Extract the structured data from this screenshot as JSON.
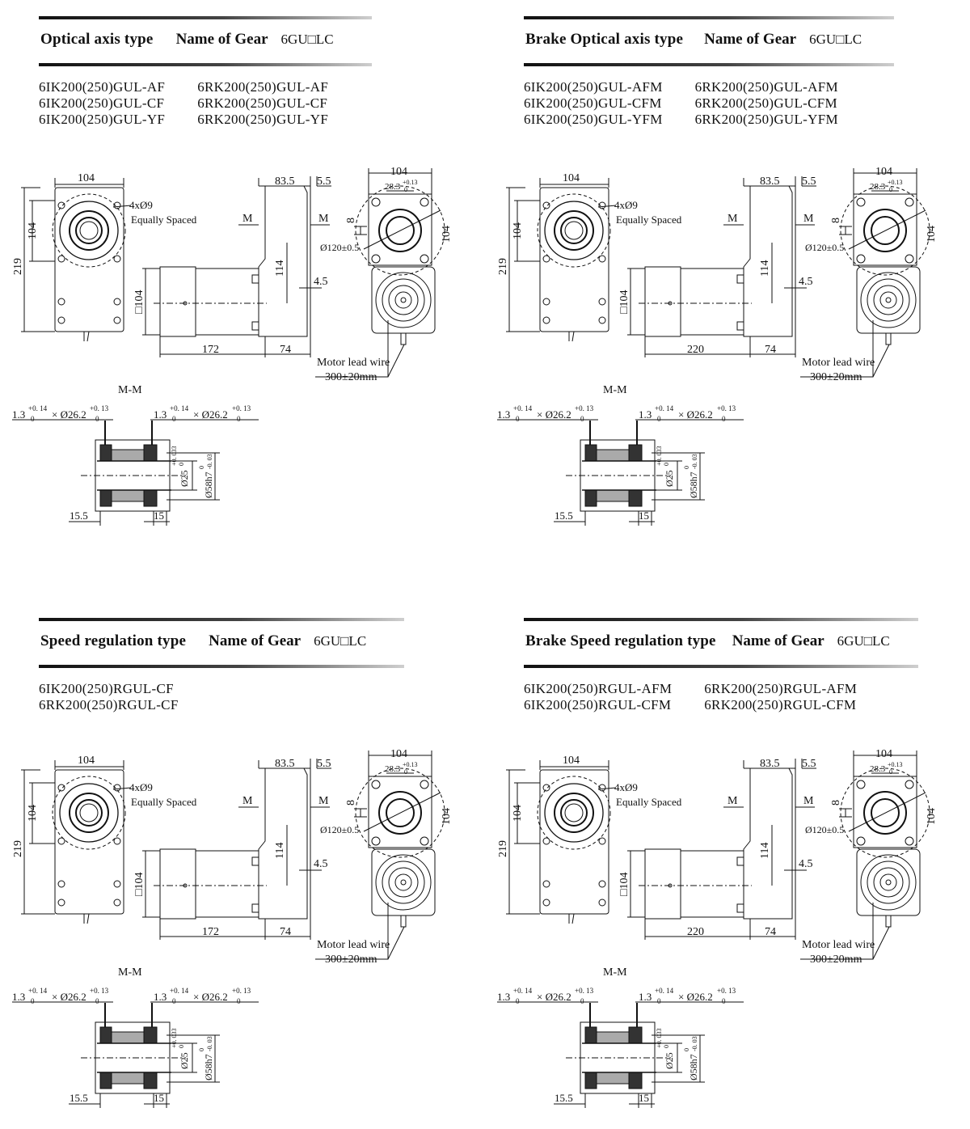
{
  "gear_label": "Name of Gear",
  "gear_code": "6GU□LC",
  "sections": [
    {
      "title": "Optical axis type",
      "models_left": [
        "6IK200(250)GUL-AF",
        "6IK200(250)GUL-CF",
        "6IK200(250)GUL-YF"
      ],
      "models_right": [
        "6RK200(250)GUL-AF",
        "6RK200(250)GUL-CF",
        "6RK200(250)GUL-YF"
      ],
      "motor_length": "172"
    },
    {
      "title": "Brake Optical axis type",
      "models_left": [
        "6IK200(250)GUL-AFM",
        "6IK200(250)GUL-CFM",
        "6IK200(250)GUL-YFM"
      ],
      "models_right": [
        "6RK200(250)GUL-AFM",
        "6RK200(250)GUL-CFM",
        "6RK200(250)GUL-YFM"
      ],
      "motor_length": "220"
    },
    {
      "title": "Speed regulation type",
      "models_left": [
        "6IK200(250)RGUL-CF",
        "6RK200(250)RGUL-CF"
      ],
      "models_right": [],
      "motor_length": "172"
    },
    {
      "title": "Brake Speed regulation type",
      "models_left": [
        "6IK200(250)RGUL-AFM",
        "6IK200(250)RGUL-CFM"
      ],
      "models_right": [
        "6RK200(250)RGUL-AFM",
        "6RK200(250)RGUL-CFM"
      ],
      "motor_length": "220"
    }
  ],
  "dims": {
    "w104": "104",
    "h219": "219",
    "holes": "4xØ9",
    "equally_spaced": "Equally Spaced",
    "d83_5": "83.5",
    "d5_5": "5.5",
    "d114": "114",
    "d4_5": "4.5",
    "sq104": "□104",
    "d74": "74",
    "d28_3": "28.3",
    "tol_013": "+0.13",
    "tol_0": "0",
    "d8": "8",
    "d120": "Ø120±0.5",
    "lead_wire": "Motor lead wire",
    "lead_len": "300±20mm",
    "mm": "M-M",
    "m": "M",
    "groove": "1.3",
    "tol_014": "+0. 14",
    "times_d26": "× Ø26.2",
    "tol_013b": "+0. 13",
    "d25": "Ø25",
    "tol_0033": "+0. 033",
    "d58": "Ø58h7",
    "tol_003": "-0. 03",
    "d15_5": "15.5",
    "d15": "15"
  }
}
